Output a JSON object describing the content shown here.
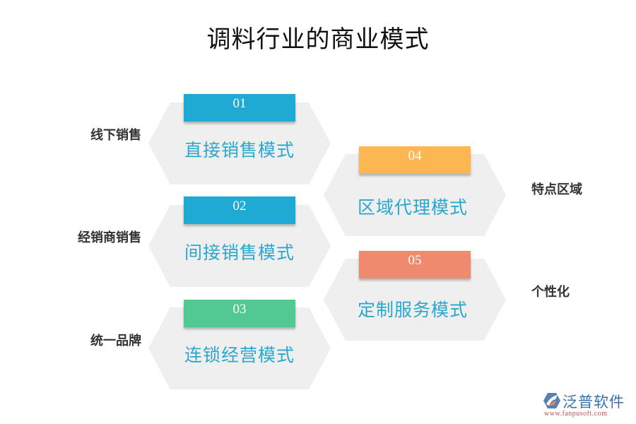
{
  "title": "调料行业的商业模式",
  "colors": {
    "tab_blue": "#1eaad3",
    "tab_green": "#52c992",
    "tab_orange": "#fdb752",
    "tab_salmon": "#f08a6f",
    "hex_fill": "#efefef",
    "label_blue": "#2aa7cf",
    "side_text": "#333333"
  },
  "left_column": [
    {
      "number": "01",
      "label": "直接销售模式",
      "side_label": "线下销售"
    },
    {
      "number": "02",
      "label": "间接销售模式",
      "side_label": "经销商销售"
    },
    {
      "number": "03",
      "label": "连锁经营模式",
      "side_label": "统一品牌"
    }
  ],
  "right_column": [
    {
      "number": "04",
      "label": "区域代理模式",
      "side_label": "特点区域"
    },
    {
      "number": "05",
      "label": "定制服务模式",
      "side_label": "个性化"
    }
  ],
  "logo": {
    "icon": "fanpu-logo-icon",
    "name": "泛普软件",
    "url": "www.fanpusoft.com"
  }
}
